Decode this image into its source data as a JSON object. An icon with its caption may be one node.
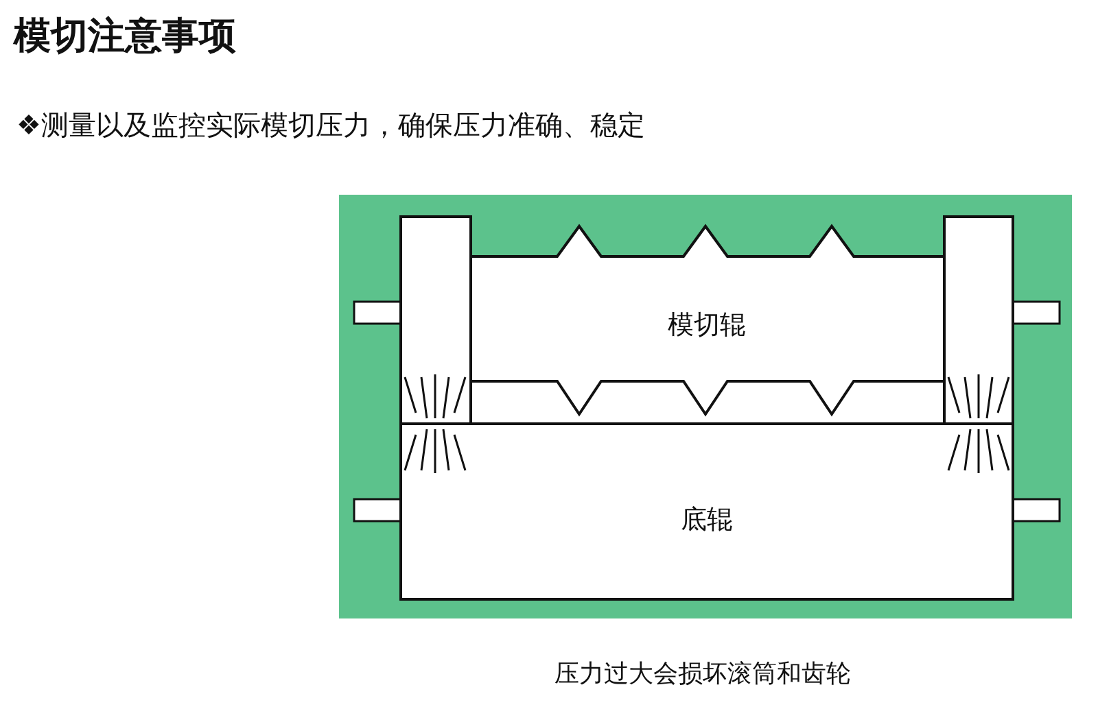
{
  "diagram": {
    "title": "模切注意事项",
    "caption": "压力过大会损坏滚筒和齿轮",
    "nodes": [
      {
        "text": [
          "模切辊"
        ]
      },
      {
        "text": [
          "底辊"
        ]
      }
    ],
    "labels": [
      "❖测量以及监控实际模切压力，确保压力准确、稳定"
    ]
  }
}
